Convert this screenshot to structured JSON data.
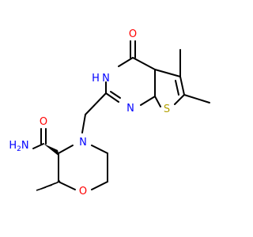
{
  "molecule": {
    "atom_colors": {
      "O": "#ff0000",
      "N": "#0000ff",
      "S": "#c8b400",
      "C": "#000000"
    },
    "labels": {
      "carbonyl_oxygen": "O",
      "ring_nh": "N",
      "ring_nh_h": "H",
      "pyrimidine_n": "N",
      "thiophene_s": "S",
      "amide_oxygen": "O",
      "amide_n": "N",
      "amide_h2": "H",
      "amide_h2_sub": "2",
      "morpholine_n": "N",
      "morpholine_o": "O"
    }
  }
}
